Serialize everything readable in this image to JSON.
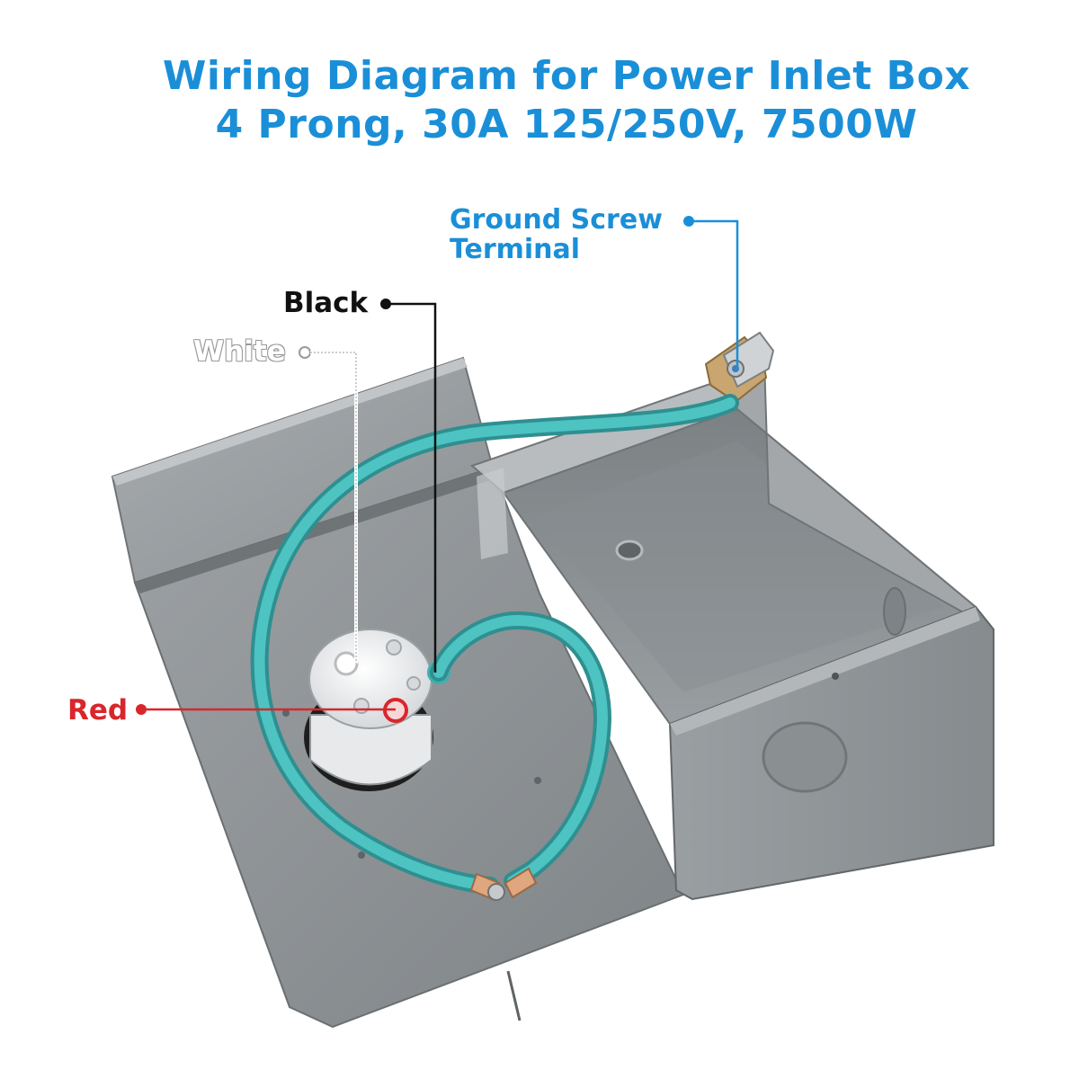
{
  "title": {
    "line1": "Wiring Diagram for Power Inlet Box",
    "line2": "4 Prong, 30A 125/250V, 7500W"
  },
  "callouts": {
    "ground": {
      "line1": "Ground Screw",
      "line2": "Terminal"
    },
    "black": "Black",
    "white": "White",
    "red": "Red"
  },
  "colors": {
    "title": "#1a8fd8",
    "ground_callout": "#1a8fd8",
    "black_callout": "#111111",
    "white_callout": "#ffffff",
    "red_callout": "#d9262c",
    "box_gray": "#8e9396",
    "wire_teal": "#3fb0b0"
  }
}
